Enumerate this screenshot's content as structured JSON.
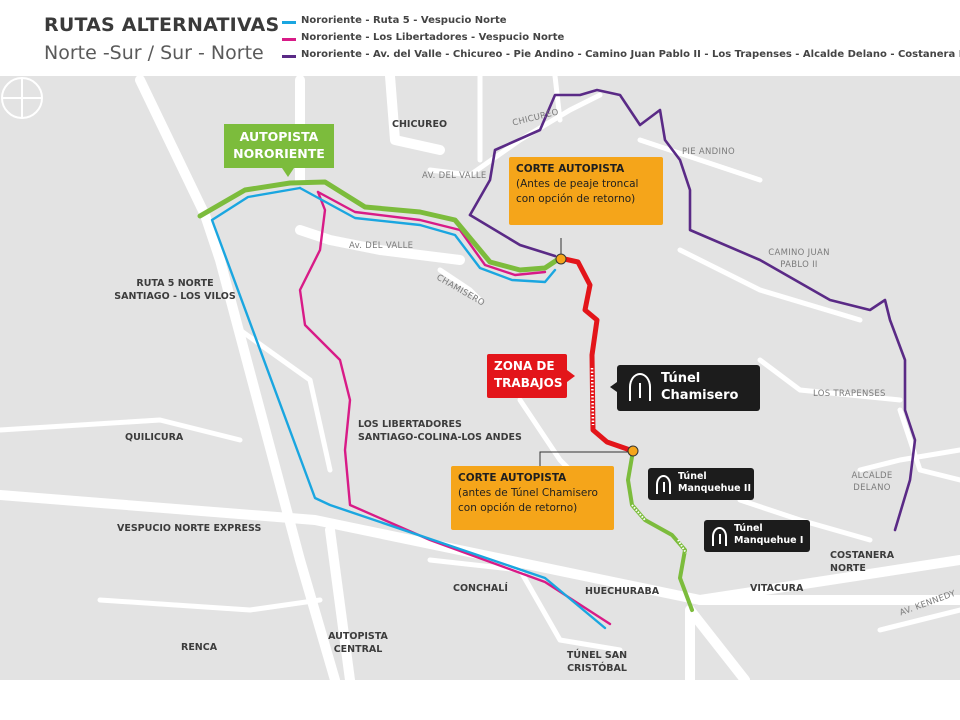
{
  "header": {
    "title": "RUTAS ALTERNATIVAS",
    "subtitle": "Norte -Sur / Sur - Norte"
  },
  "legend": [
    {
      "label": "Nororiente - Ruta 5 - Vespucio Norte",
      "color": "#1aa6e0"
    },
    {
      "label": "Nororiente - Los Libertadores - Vespucio Norte",
      "color": "#d81b87"
    },
    {
      "label": "Nororiente - Av. del Valle - Chicureo - Pie Andino - Camino Juan Pablo II - Los Trapenses - Alcalde Delano - Costanera Norte",
      "color": "#5a2a86"
    }
  ],
  "colors": {
    "autopista": "#7cbc3c",
    "zona_trabajos": "#e3151a",
    "corte": "#f5a51a",
    "tunnel": "#1c1c1c",
    "map_bg": "#e3e3e3",
    "road": "#ffffff"
  },
  "callouts": {
    "autopista": {
      "line1": "AUTOPISTA",
      "line2": "NORORIENTE"
    },
    "corte_1": {
      "title": "CORTE AUTOPISTA",
      "line1": "(Antes de peaje troncal",
      "line2": "con opción de retorno)"
    },
    "corte_2": {
      "title": "CORTE AUTOPISTA",
      "line1": "(antes de Túnel Chamisero",
      "line2": "con opción de retorno)"
    },
    "zona": {
      "line1": "ZONA DE",
      "line2": "TRABAJOS"
    }
  },
  "tunnels": {
    "chamisero": {
      "line1": "Túnel",
      "line2": "Chamisero",
      "icon": "tunnel-icon"
    },
    "manquehue_2": {
      "line1": "Túnel",
      "line2": "Manquehue II",
      "icon": "tunnel-icon"
    },
    "manquehue_1": {
      "line1": "Túnel",
      "line2": "Manquehue I",
      "icon": "tunnel-icon"
    }
  },
  "places": {
    "chicureo": "CHICUREO",
    "ruta5_1": "RUTA 5 NORTE",
    "ruta5_2": "SANTIAGO - LOS VILOS",
    "libertadores_1": "LOS LIBERTADORES",
    "libertadores_2": "SANTIAGO-COLINA-LOS ANDES",
    "quilicura": "QUILICURA",
    "vespucio": "VESPUCIO NORTE EXPRESS",
    "conchali": "CONCHALÍ",
    "huechuraba": "HUECHURABA",
    "vitacura": "VITACURA",
    "costanera_1": "COSTANERA",
    "costanera_2": "NORTE",
    "renca": "RENCA",
    "autopista_central_1": "AUTOPISTA",
    "autopista_central_2": "CENTRAL",
    "tunel_sc_1": "TÚNEL SAN",
    "tunel_sc_2": "CRISTÓBAL"
  },
  "streets": {
    "chicureo_road": "CHICUREO",
    "pie_andino": "PIE ANDINO",
    "av_del_valle_1": "AV. DEL VALLE",
    "av_del_valle_2": "Av. DEL VALLE",
    "chamisero": "CHAMISERO",
    "camino_jp_1": "CAMINO JUAN",
    "camino_jp_2": "PABLO II",
    "los_trapenses": "LOS TRAPENSES",
    "alcalde_1": "ALCALDE",
    "alcalde_2": "DELANO",
    "av_kennedy": "AV. KENNEDY"
  },
  "compass_icon": "compass-icon"
}
